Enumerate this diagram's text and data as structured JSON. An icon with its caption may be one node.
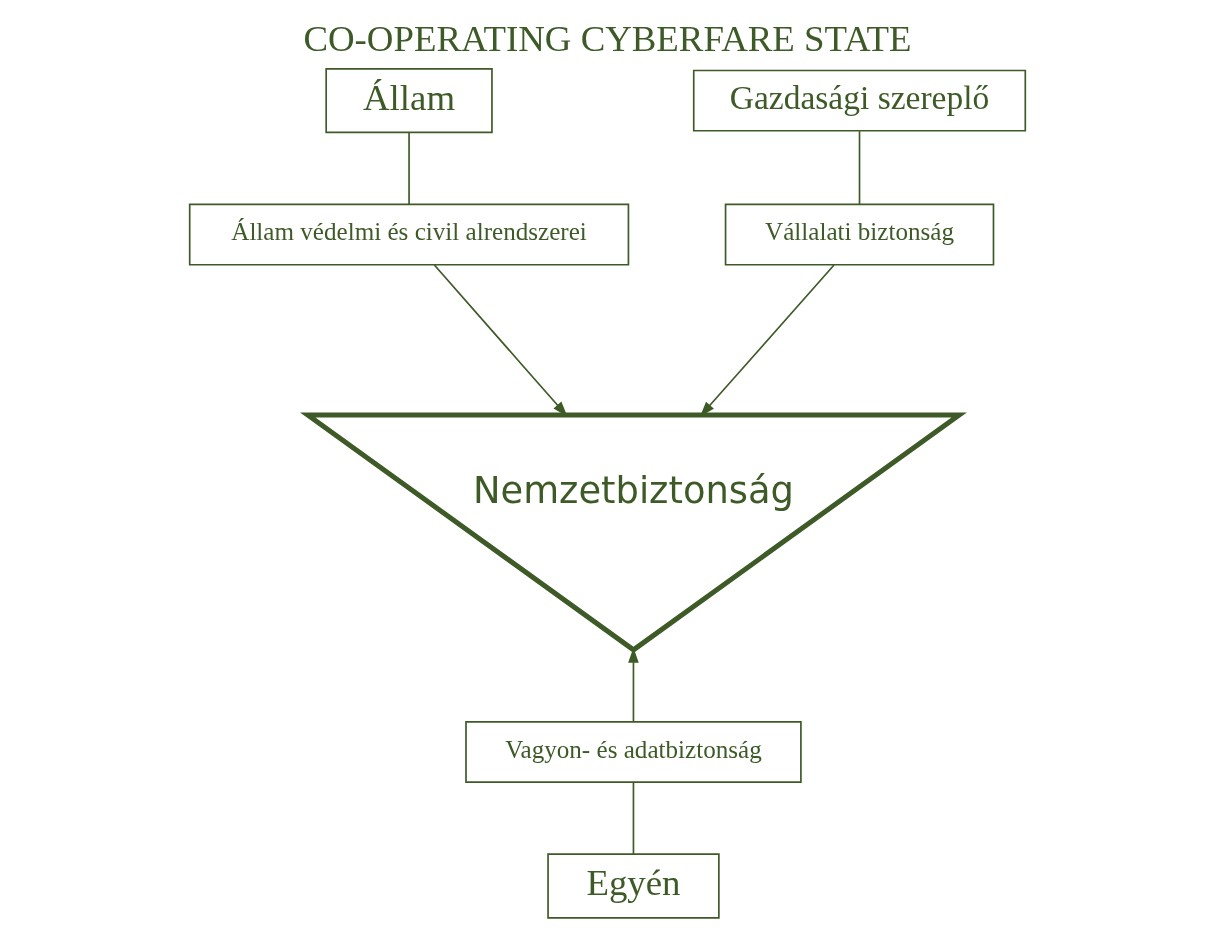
{
  "diagram": {
    "title": "CO-OPERATING CYBERFARE STATE",
    "nodes": [
      {
        "text": [
          "Állam"
        ]
      },
      {
        "text": [
          "Gazdasági szereplő"
        ]
      },
      {
        "text": [
          "Állam védelmi és civil alrendszerei"
        ]
      },
      {
        "text": [
          "Vállalati biztonság"
        ]
      },
      {
        "text": [
          "Nemzetbiztonság"
        ]
      },
      {
        "text": [
          "Vagyon- és adatbiztonság"
        ]
      },
      {
        "text": [
          "Egyén"
        ]
      }
    ],
    "edges": [
      {
        "from": 0,
        "to": 2,
        "arrow": "none"
      },
      {
        "from": 1,
        "to": 3,
        "arrow": "none"
      },
      {
        "from": 2,
        "to": 4,
        "arrow": "to"
      },
      {
        "from": 3,
        "to": 4,
        "arrow": "to"
      },
      {
        "from": 6,
        "to": 5,
        "arrow": "none"
      },
      {
        "from": 5,
        "to": 4,
        "arrow": "to"
      }
    ]
  }
}
